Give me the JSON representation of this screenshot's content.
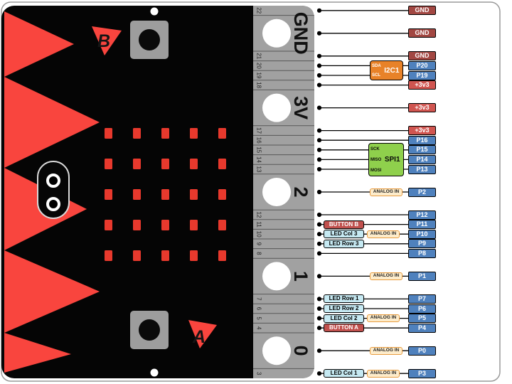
{
  "board": {
    "button_b_label": "B",
    "button_a_label": "A"
  },
  "edge_connector": {
    "segments": [
      {
        "type": "small",
        "label": "22"
      },
      {
        "type": "big",
        "label": "GND"
      },
      {
        "type": "small",
        "label": "21"
      },
      {
        "type": "small",
        "label": "20"
      },
      {
        "type": "small",
        "label": "19"
      },
      {
        "type": "small",
        "label": "18"
      },
      {
        "type": "big",
        "label": "3V"
      },
      {
        "type": "small",
        "label": "17"
      },
      {
        "type": "small",
        "label": "16"
      },
      {
        "type": "small",
        "label": "15"
      },
      {
        "type": "small",
        "label": "14"
      },
      {
        "type": "small",
        "label": "13"
      },
      {
        "type": "big",
        "label": "2"
      },
      {
        "type": "small",
        "label": "12"
      },
      {
        "type": "small",
        "label": "11"
      },
      {
        "type": "small",
        "label": "10"
      },
      {
        "type": "small",
        "label": "9"
      },
      {
        "type": "small",
        "label": "8"
      },
      {
        "type": "big",
        "label": "1"
      },
      {
        "type": "small",
        "label": "7"
      },
      {
        "type": "small",
        "label": "6"
      },
      {
        "type": "small",
        "label": "5"
      },
      {
        "type": "small",
        "label": "4"
      },
      {
        "type": "big",
        "label": "0"
      },
      {
        "type": "small",
        "label": "3"
      }
    ]
  },
  "peripherals": {
    "i2c": {
      "label": "I2C1",
      "ports": [
        "SDA",
        "SCL"
      ]
    },
    "spi": {
      "label": "SPI1",
      "ports": [
        "SCK",
        "MISO",
        "MOSI"
      ]
    }
  },
  "rows": [
    {
      "id": "gnd-a",
      "pin": "GND",
      "pin_type": "gnd",
      "boxes": []
    },
    {
      "id": "gnd-b",
      "pin": "GND",
      "pin_type": "gnd",
      "boxes": []
    },
    {
      "id": "gnd-c",
      "pin": "GND",
      "pin_type": "gnd",
      "boxes": []
    },
    {
      "id": "p20",
      "pin": "P20",
      "pin_type": "pin",
      "boxes": []
    },
    {
      "id": "p19",
      "pin": "P19",
      "pin_type": "pin",
      "boxes": []
    },
    {
      "id": "v3-a",
      "pin": "+3v3",
      "pin_type": "power",
      "boxes": []
    },
    {
      "id": "v3-b",
      "pin": "+3v3",
      "pin_type": "power",
      "boxes": []
    },
    {
      "id": "v3-c",
      "pin": "+3v3",
      "pin_type": "power",
      "boxes": []
    },
    {
      "id": "p16",
      "pin": "P16",
      "pin_type": "pin",
      "boxes": []
    },
    {
      "id": "p15",
      "pin": "P15",
      "pin_type": "pin",
      "boxes": []
    },
    {
      "id": "p14",
      "pin": "P14",
      "pin_type": "pin",
      "boxes": []
    },
    {
      "id": "p13",
      "pin": "P13",
      "pin_type": "pin",
      "boxes": []
    },
    {
      "id": "p2",
      "pin": "P2",
      "pin_type": "pin",
      "boxes": [
        {
          "label": "ANALOG IN",
          "kind": "analog"
        }
      ]
    },
    {
      "id": "p12",
      "pin": "P12",
      "pin_type": "pin",
      "boxes": []
    },
    {
      "id": "p11",
      "pin": "P11",
      "pin_type": "pin",
      "boxes": [
        {
          "label": "BUTTON B",
          "kind": "button"
        }
      ]
    },
    {
      "id": "p10",
      "pin": "P10",
      "pin_type": "pin",
      "boxes": [
        {
          "label": "LED Col 3",
          "kind": "led"
        },
        {
          "label": "ANALOG IN",
          "kind": "analog"
        }
      ]
    },
    {
      "id": "p9",
      "pin": "P9",
      "pin_type": "pin",
      "boxes": [
        {
          "label": "LED Row 3",
          "kind": "led"
        }
      ]
    },
    {
      "id": "p8",
      "pin": "P8",
      "pin_type": "pin",
      "boxes": []
    },
    {
      "id": "p1",
      "pin": "P1",
      "pin_type": "pin",
      "boxes": [
        {
          "label": "ANALOG IN",
          "kind": "analog"
        }
      ]
    },
    {
      "id": "p7",
      "pin": "P7",
      "pin_type": "pin",
      "boxes": [
        {
          "label": "LED Row 1",
          "kind": "led"
        }
      ]
    },
    {
      "id": "p6",
      "pin": "P6",
      "pin_type": "pin",
      "boxes": [
        {
          "label": "LED Row 2",
          "kind": "led"
        }
      ]
    },
    {
      "id": "p5",
      "pin": "P5",
      "pin_type": "pin",
      "boxes": [
        {
          "label": "LED Col 2",
          "kind": "led"
        },
        {
          "label": "ANALOG IN",
          "kind": "analog"
        }
      ]
    },
    {
      "id": "p4",
      "pin": "P4",
      "pin_type": "pin",
      "boxes": [
        {
          "label": "BUTTON A",
          "kind": "button"
        }
      ]
    },
    {
      "id": "p0",
      "pin": "P0",
      "pin_type": "pin",
      "boxes": [
        {
          "label": "ANALOG IN",
          "kind": "analog"
        }
      ]
    },
    {
      "id": "p3",
      "pin": "P3",
      "pin_type": "pin",
      "boxes": [
        {
          "label": "LED Col 1",
          "kind": "led"
        },
        {
          "label": "ANALOG IN",
          "kind": "analog"
        }
      ]
    }
  ],
  "colors": {
    "board_red": "#f9453e",
    "led_red": "#e8392d",
    "gnd_box": "#a24742",
    "power_box": "#d05550",
    "pin_box": "#4f81bd",
    "i2c_box": "#e88228",
    "spi_box": "#8fd04c",
    "led_box": "#c6e9f2",
    "button_box": "#c0504d",
    "analog_bg": "#fdeccb",
    "analog_border": "#e89c3f",
    "connector_gray": "#a1a1a1"
  }
}
